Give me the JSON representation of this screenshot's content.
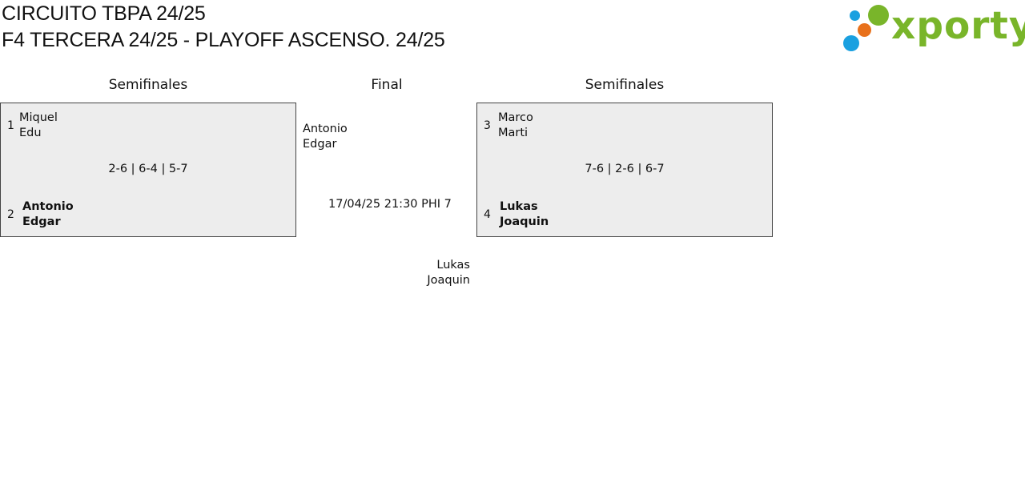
{
  "header": {
    "title_line1": "CIRCUITO TBPA 24/25",
    "title_line2": "F4 TERCERA 24/25 - PLAYOFF ASCENSO. 24/25"
  },
  "logo": {
    "text": "xporty",
    "colors": {
      "green": "#79b52a",
      "blue": "#1aa0e0",
      "orange": "#e8711b"
    }
  },
  "rounds": {
    "left_semifinal": "Semifinales",
    "final": "Final",
    "right_semifinal": "Semifinales"
  },
  "semifinal_left": {
    "team1": {
      "seed": "1",
      "players": [
        "Miquel",
        "Edu"
      ]
    },
    "team2": {
      "seed": "2",
      "players": [
        "Antonio",
        "Edgar"
      ],
      "winner": true
    },
    "score": "2-6 | 6-4 | 5-7"
  },
  "semifinal_right": {
    "team1": {
      "seed": "3",
      "players": [
        "Marco",
        "Marti"
      ]
    },
    "team2": {
      "seed": "4",
      "players": [
        "Lukas",
        "Joaquin"
      ],
      "winner": true
    },
    "score": "7-6 | 2-6 | 6-7"
  },
  "final": {
    "team_top": {
      "players": [
        "Antonio",
        "Edgar"
      ]
    },
    "team_bottom": {
      "players": [
        "Lukas",
        "Joaquin"
      ]
    },
    "schedule": "17/04/25 21:30 PHI 7"
  }
}
